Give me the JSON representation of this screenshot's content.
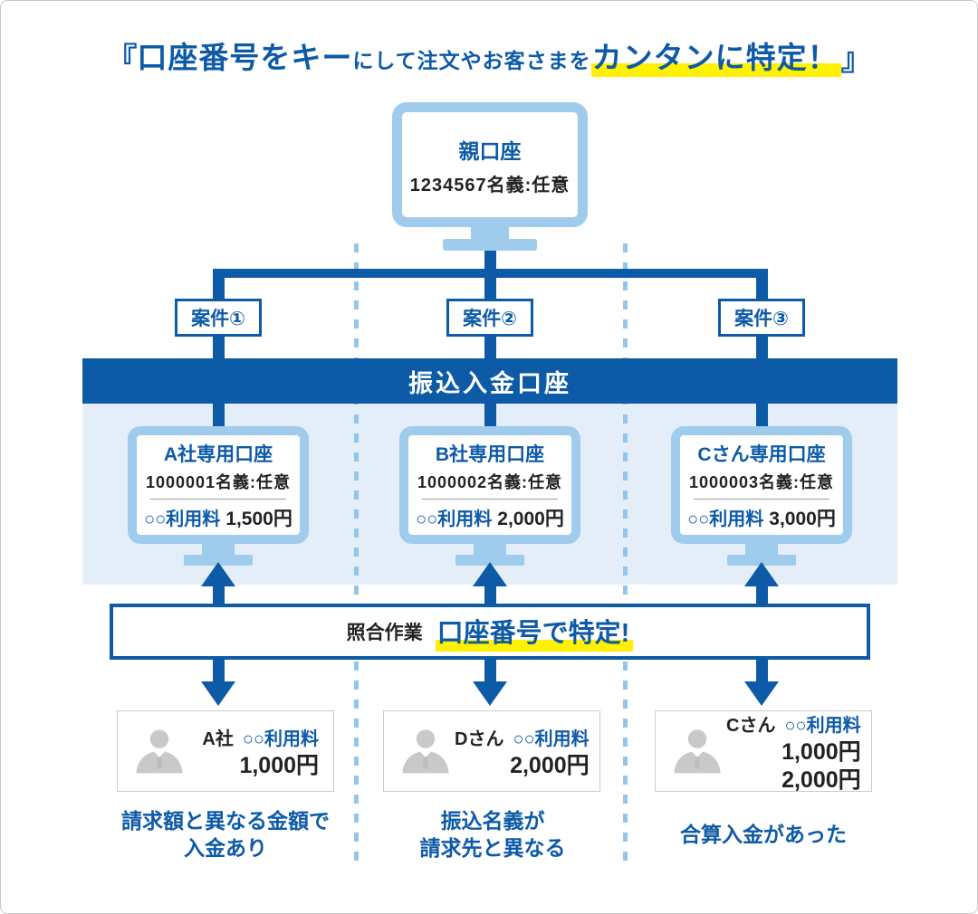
{
  "colors": {
    "primary_blue": "#0d5aa7",
    "light_blue": "#9fcbec",
    "panel_blue": "#e3eef8",
    "dashed_blue": "#92c6ec",
    "highlight_yellow": "#fff100",
    "text_dark": "#222222",
    "card_border": "#cccccc",
    "person_gray": "#c9c9c9"
  },
  "title": {
    "open_quote": "『",
    "emphasis_start": "口座番号をキー",
    "middle": "にして注文やお客さまを",
    "emphasis_end": "カンタンに特定！",
    "close_quote": "』"
  },
  "parent_account": {
    "name": "親口座",
    "detail": "1234567名義:任意"
  },
  "cases": [
    {
      "label": "案件①"
    },
    {
      "label": "案件②"
    },
    {
      "label": "案件③"
    }
  ],
  "banner": {
    "label": "振込入金口座"
  },
  "dedicated_accounts": [
    {
      "name": "A社専用口座",
      "detail": "1000001名義:任意",
      "fee_label": "○○利用料",
      "fee_amount": "1,500円"
    },
    {
      "name": "B社専用口座",
      "detail": "1000002名義:任意",
      "fee_label": "○○利用料",
      "fee_amount": "2,000円"
    },
    {
      "name": "Cさん専用口座",
      "detail": "1000003名義:任意",
      "fee_label": "○○利用料",
      "fee_amount": "3,000円"
    }
  ],
  "matching": {
    "label": "照合作業",
    "highlight": "口座番号で特定!"
  },
  "payments": [
    {
      "payer": "A社",
      "fee_label": "○○利用料",
      "amount1": "1,000円",
      "amount2": "",
      "caption1": "請求額と異なる金額で",
      "caption2": "入金あり"
    },
    {
      "payer": "Dさん",
      "fee_label": "○○利用料",
      "amount1": "2,000円",
      "amount2": "",
      "caption1": "振込名義が",
      "caption2": "請求先と異なる"
    },
    {
      "payer": "Cさん",
      "fee_label": "○○利用料",
      "amount1": "1,000円",
      "amount2": "2,000円",
      "caption1": "合算入金があった",
      "caption2": ""
    }
  ]
}
